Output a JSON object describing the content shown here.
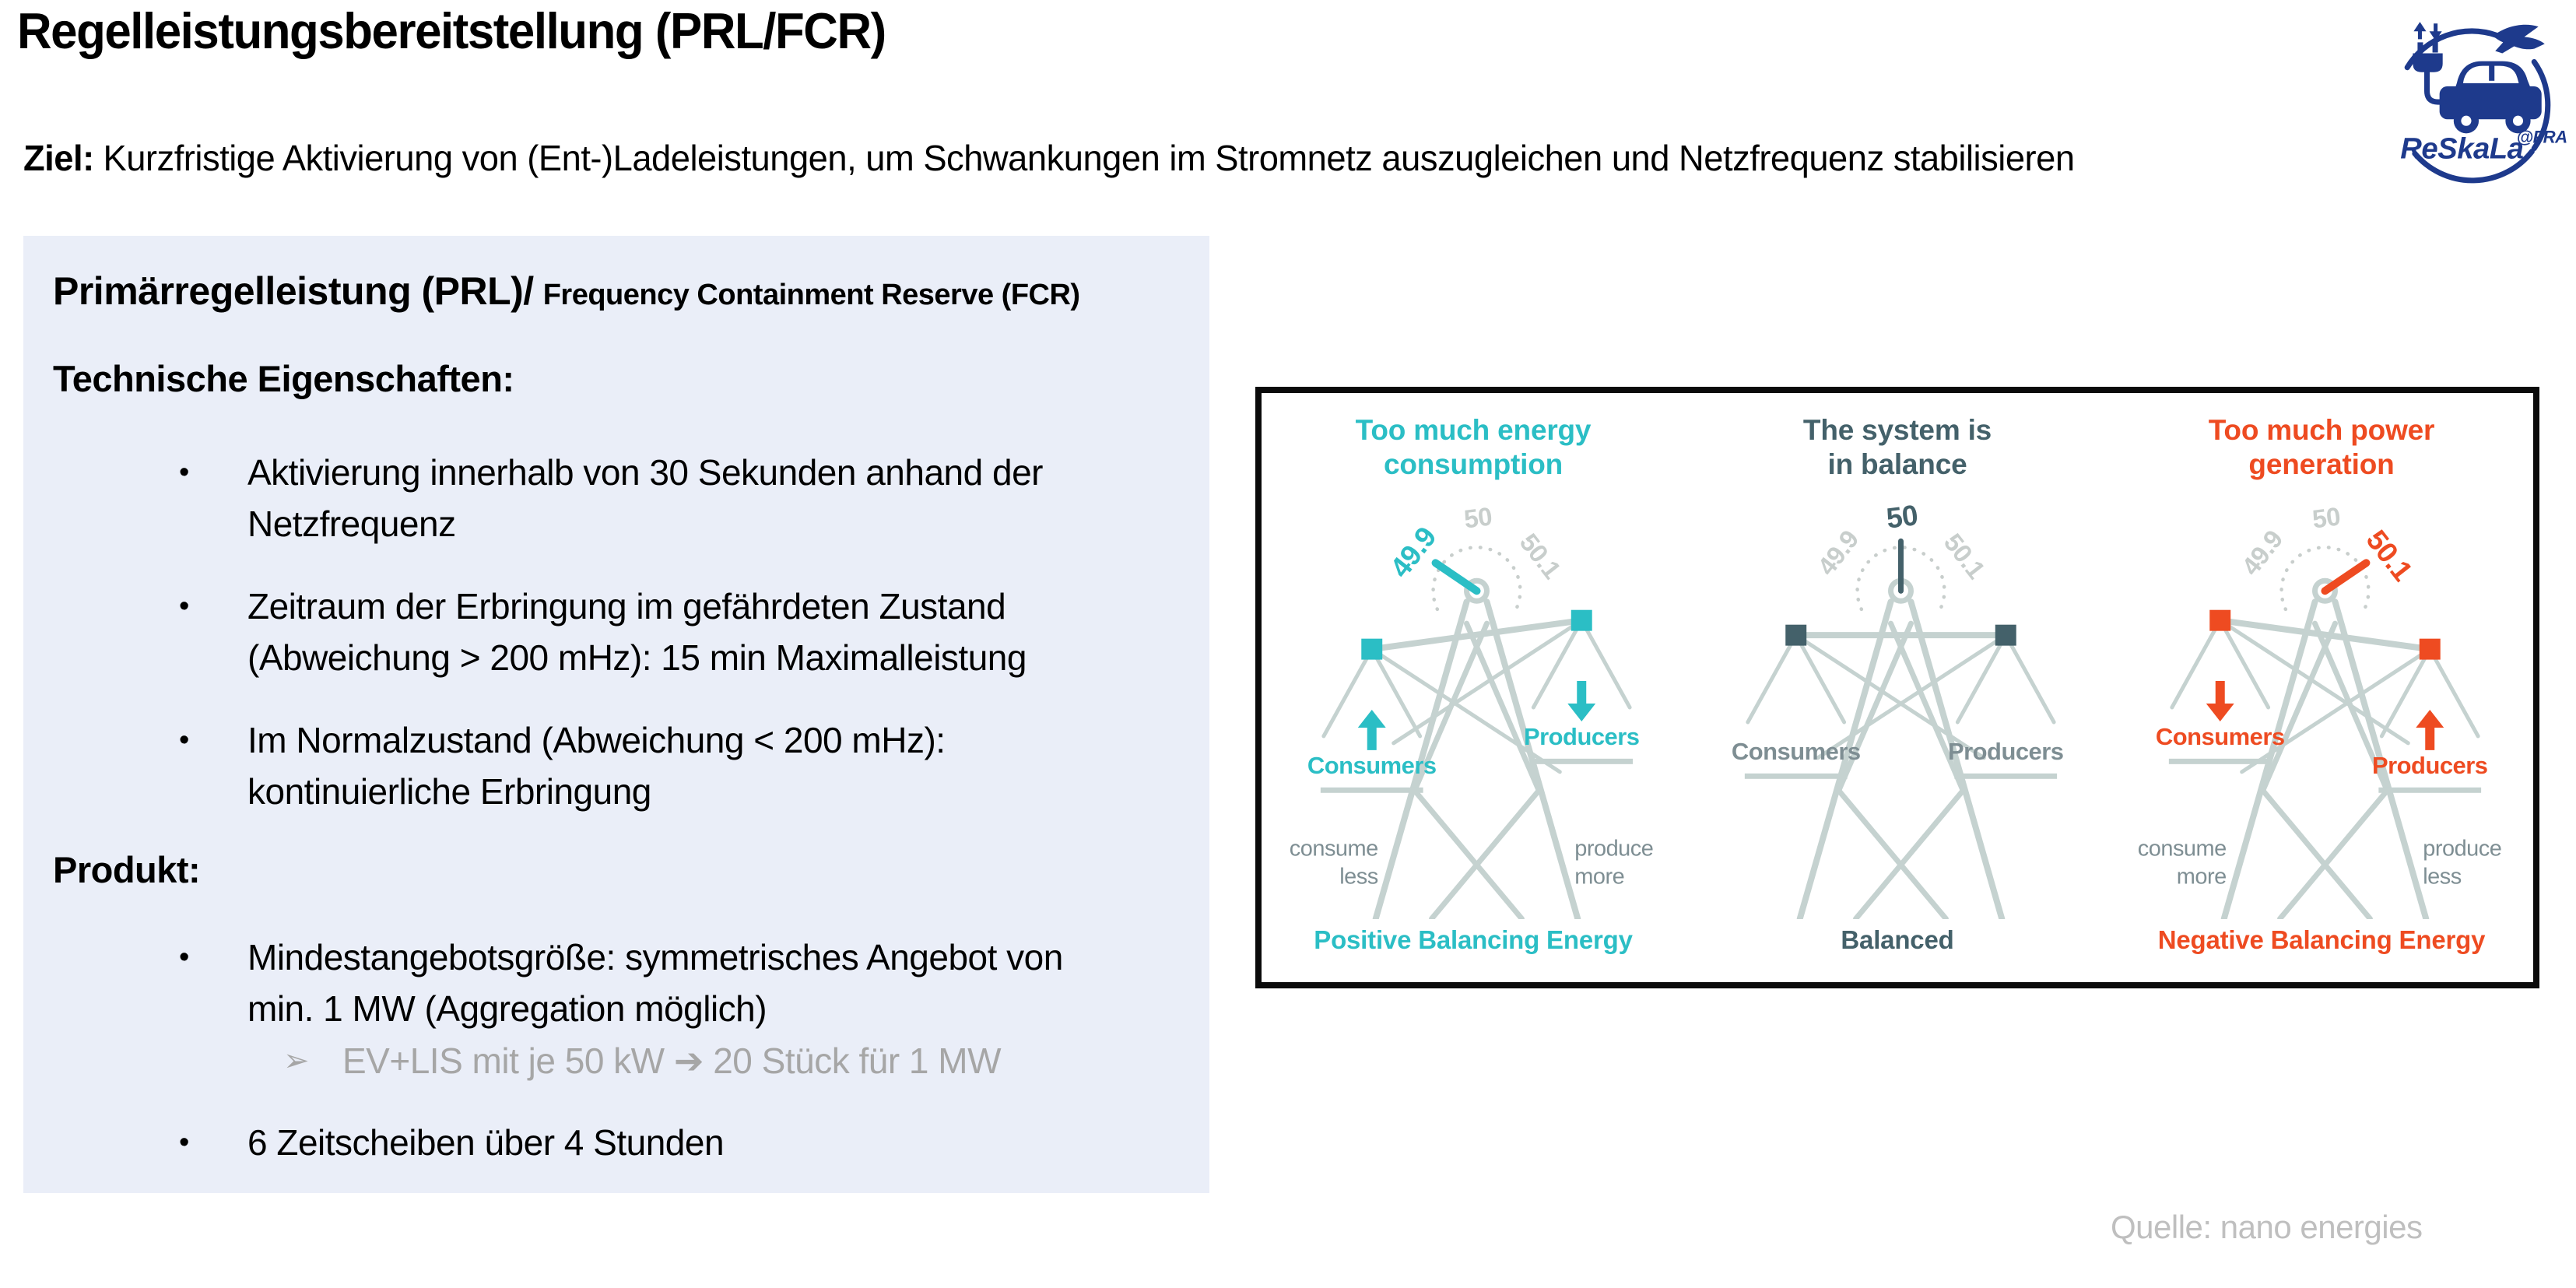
{
  "page": {
    "title": "Regelleistungsbereitstellung (PRL/FCR)",
    "goal_label": "Ziel:",
    "goal_text": "Kurzfristige Aktivierung von (Ent-)Ladeleistungen, um Schwankungen im Stromnetz auszugleichen und Netzfrequenz stabilisieren",
    "source_note": "Quelle: nano energies"
  },
  "logo": {
    "text": "ReSkaLa",
    "suffix": "@FRA",
    "color": "#1E3A8C"
  },
  "info_panel": {
    "background": "#EAEEF8",
    "title_main": "Primärregelleistung (PRL)/",
    "title_sub": "Frequency Containment Reserve (FCR)",
    "bullet_marker": "•",
    "sections": [
      {
        "heading": "Technische Eigenschaften:",
        "bullets": [
          {
            "text": "Aktivierung innerhalb von 30 Sekunden anhand der\nNetzfrequenz"
          },
          {
            "text": "Zeitraum der Erbringung im gefährdeten Zustand\n(Abweichung > 200 mHz): 15 min Maximalleistung"
          },
          {
            "text": "Im Normalzustand (Abweichung < 200 mHz):\nkontinuierliche Erbringung"
          }
        ]
      },
      {
        "heading": "Produkt:",
        "bullets": [
          {
            "text": "Mindestangebotsgröße: symmetrisches Angebot von\nmin. 1 MW (Aggregation möglich)",
            "sub_marker": "➢",
            "sub_text": "EV+LIS mit je 50 kW ➔ 20 Stück für 1 MW"
          },
          {
            "text": "6 Zeitscheiben über 4 Stunden"
          }
        ]
      }
    ]
  },
  "diagram": {
    "border_color": "#0b0b0b",
    "tower_color": "#C5D2D0",
    "gauge_tick_color": "#C8CECC",
    "muted_label_color": "#7E8E93",
    "panels": [
      {
        "header1": "Too much energy",
        "header2": "consumption",
        "accent": "#2BBEC5",
        "label_color": "#2BBEC5",
        "gauge_labels": [
          "49.9",
          "50",
          "50.1"
        ],
        "gauge_highlight": 0,
        "needle": "left",
        "tilt": "consumers-down",
        "consumers_label": "Consumers",
        "producers_label": "Producers",
        "consumer_arrow": "up",
        "producer_arrow": "down",
        "caption_left1": "consume",
        "caption_left2": "less",
        "caption_right1": "produce",
        "caption_right2": "more",
        "footer": "Positive Balancing Energy"
      },
      {
        "header1": "The system is",
        "header2": "in balance",
        "accent": "#44616A",
        "label_color": "#7E8E93",
        "gauge_labels": [
          "49.9",
          "50",
          "50.1"
        ],
        "gauge_highlight": 1,
        "needle": "up",
        "tilt": "balanced",
        "consumers_label": "Consumers",
        "producers_label": "Producers",
        "consumer_arrow": null,
        "producer_arrow": null,
        "caption_left1": null,
        "caption_left2": null,
        "caption_right1": null,
        "caption_right2": null,
        "footer": "Balanced"
      },
      {
        "header1": "Too much power",
        "header2": "generation",
        "accent": "#EE4B21",
        "label_color": "#EE4B21",
        "gauge_labels": [
          "49.9",
          "50",
          "50.1"
        ],
        "gauge_highlight": 2,
        "needle": "right",
        "tilt": "producers-down",
        "consumers_label": "Consumers",
        "producers_label": "Producers",
        "consumer_arrow": "down",
        "producer_arrow": "up",
        "caption_left1": "consume",
        "caption_left2": "more",
        "caption_right1": "produce",
        "caption_right2": "less",
        "footer": "Negative Balancing Energy"
      }
    ]
  }
}
